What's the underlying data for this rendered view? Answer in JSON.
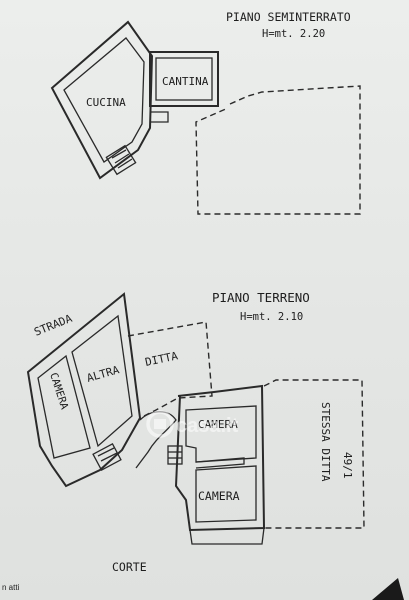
{
  "top_floor": {
    "title": "PIANO SEMINTERRATO",
    "height": "H=mt. 2.20",
    "rooms": {
      "kitchen": "CUCINA",
      "cellar": "CANTINA"
    }
  },
  "ground_floor": {
    "title": "PIANO TERRENO",
    "height": "H=mt. 2.10",
    "labels": {
      "street": "STRADA",
      "camera_left": "CAMERA",
      "altra": "ALTRA",
      "ditta": "DITTA",
      "camera_upper": "CAMERA",
      "camera_lower": "CAMERA",
      "stessa_ditta": "STESSA DITTA",
      "parcel": "49/1",
      "courtyard": "CORTE"
    }
  },
  "watermark": "casa.it",
  "footer_fragment": "n atti"
}
